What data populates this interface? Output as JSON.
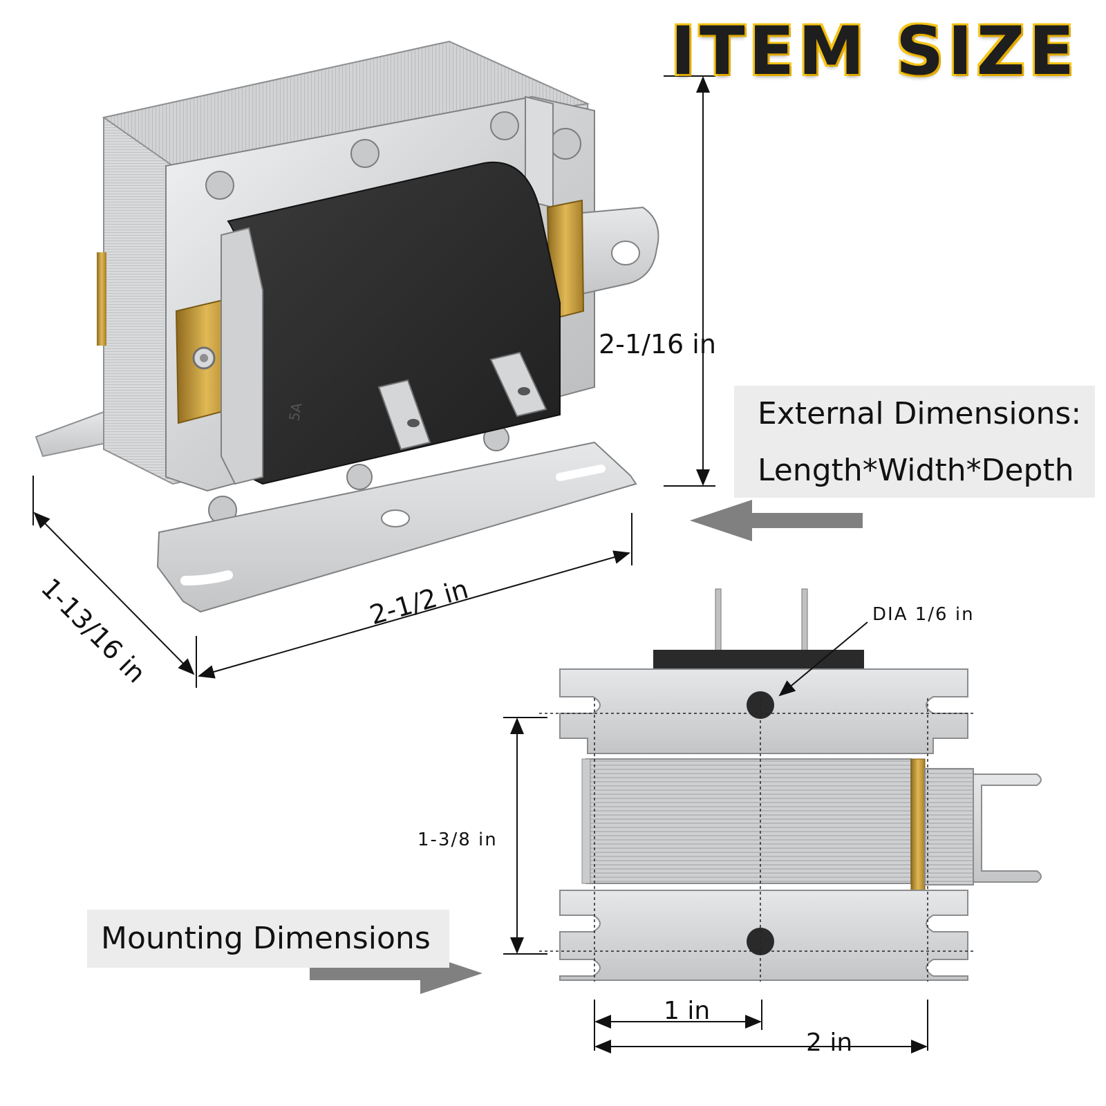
{
  "title": "ITEM SIZE",
  "external": {
    "line1": "External Dimensions:",
    "line2": "Length*Width*Depth"
  },
  "mounting": {
    "label": "Mounting Dimensions"
  },
  "dimensions": {
    "height": "2-1/16 in",
    "depth": "1-13/16 in",
    "length": "2-1/2 in",
    "hole_dia": "DIA 1/6 in",
    "hole_spacing": "1-3/8 in",
    "slot_one": "1 in",
    "slot_two": "2 in"
  },
  "colors": {
    "title_fill": "#1e1e1e",
    "title_outline": "#f5c518",
    "coil_black": "#2b2b2b",
    "brass": "#c9a23a",
    "steel": "#d4d6d8",
    "arrow_gray": "#808080"
  },
  "coil_marking": "5A"
}
